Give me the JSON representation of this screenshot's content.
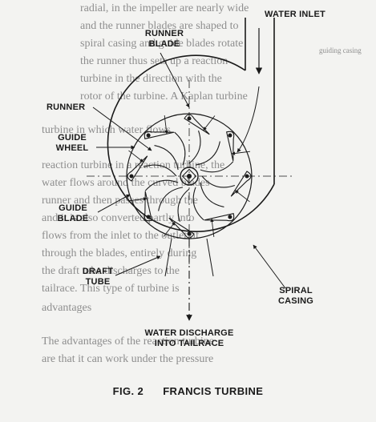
{
  "background_text": {
    "lines": [
      "radial, in the impeller are nearly wide",
      "and the runner blades are shaped to",
      "spiral casing and guide blades rotate",
      "the runner thus sets up a reaction",
      "turbine in the direction with the",
      "rotor of the turbine. A Kaplan turbine",
      "turbine in which water flows",
      "reaction turbine in a reaction turbine, the",
      "water flows around the curved blades",
      "runner and then passes through the",
      "and it is also converted partly into",
      "flows from the inlet to the outlet of",
      "through the blades, entirely during",
      "the draft tube discharges to the",
      "tailrace. This type of turbine is",
      "advantages",
      "The advantages of the reaction turbine",
      "are that it can work under the pressure"
    ],
    "margin_note": "guiding casing"
  },
  "labels": {
    "water_inlet": "WATER INLET",
    "runner_blade_line1": "RUNNER",
    "runner_blade_line2": "BLADE",
    "runner": "RUNNER",
    "guide_wheel_line1": "GUIDE",
    "guide_wheel_line2": "WHEEL",
    "guide_blade_line1": "GUIDE",
    "guide_blade_line2": "BLADE",
    "draft_tube_line1": "DRAFT",
    "draft_tube_line2": "TUBE",
    "spiral_casing_line1": "SPIRAL",
    "spiral_casing_line2": "CASING",
    "water_discharge_line1": "WATER DISCHARGE",
    "water_discharge_line2": "INTO TAILRACE"
  },
  "caption": {
    "number": "FIG. 2",
    "title": "FRANCIS TURBINE"
  },
  "colors": {
    "ink": "#1a1a1a",
    "paper": "#f3f3f1",
    "faded_text": "#8e8e8e"
  }
}
